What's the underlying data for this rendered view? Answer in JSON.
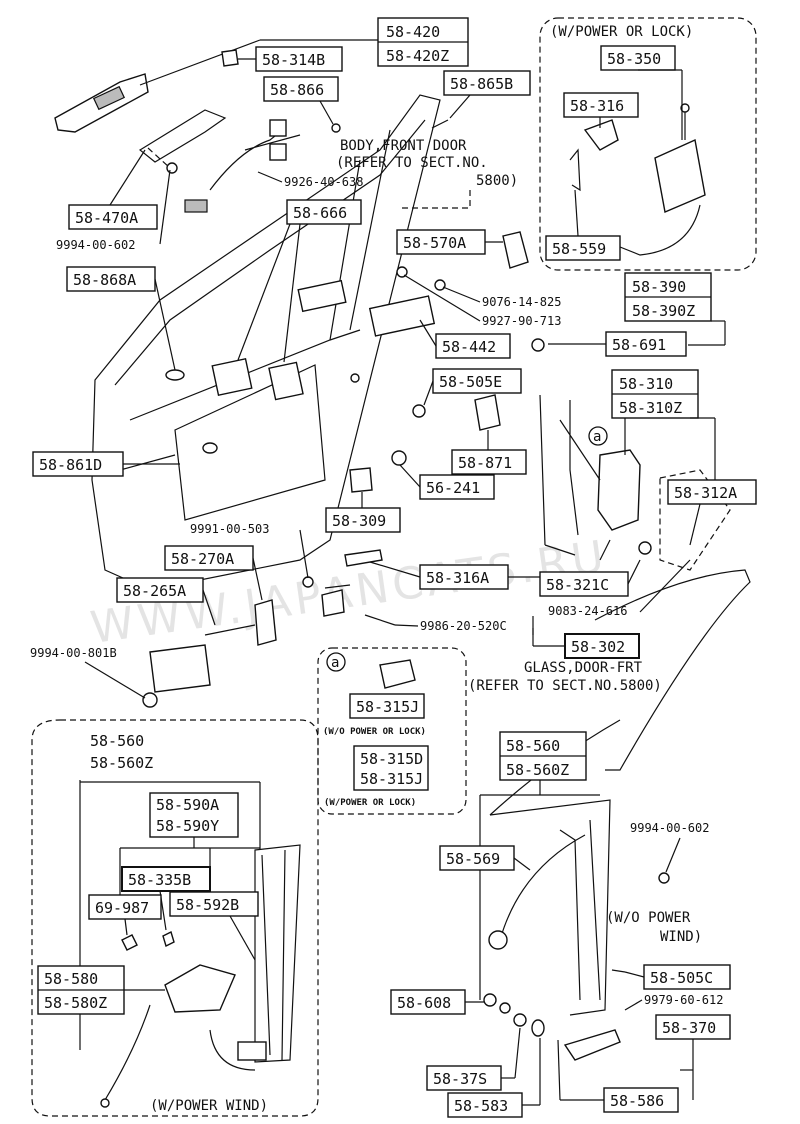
{
  "part_labels": {
    "p_58_420": "58-420",
    "p_58_420z": "58-420Z",
    "p_58_314b": "58-314B",
    "p_58_866": "58-866",
    "p_58_865b": "58-865B",
    "p_58_470a": "58-470A",
    "p_58_666": "58-666",
    "p_58_868a": "58-868A",
    "p_58_570a": "58-570A",
    "p_58_442": "58-442",
    "p_58_505e": "58-505E",
    "p_58_871": "58-871",
    "p_56_241": "56-241",
    "p_58_861d": "58-861D",
    "p_58_309": "58-309",
    "p_58_270a": "58-270A",
    "p_58_265a": "58-265A",
    "p_58_350": "58-350",
    "p_58_316": "58-316",
    "p_58_559": "58-559",
    "p_58_390": "58-390",
    "p_58_390z": "58-390Z",
    "p_58_691": "58-691",
    "p_58_310": "58-310",
    "p_58_310z": "58-310Z",
    "p_58_312a": "58-312A",
    "p_58_316a": "58-316A",
    "p_58_321c": "58-321C",
    "p_58_302": "58-302",
    "p_58_315j": "58-315J",
    "p_58_315d": "58-315D",
    "p_58_315j_b": "58-315J",
    "p_58_560_l": "58-560",
    "p_58_560z_l": "58-560Z",
    "p_58_590a": "58-590A",
    "p_58_590y": "58-590Y",
    "p_58_335b": "58-335B",
    "p_69_987": "69-987",
    "p_58_592b": "58-592B",
    "p_58_580": "58-580",
    "p_58_580z": "58-580Z",
    "p_58_560_r": "58-560",
    "p_58_560z_r": "58-560Z",
    "p_58_569": "58-569",
    "p_58_505c": "58-505C",
    "p_58_608": "58-608",
    "p_58_370": "58-370",
    "p_58_375": "58-37S",
    "p_58_583": "58-583",
    "p_58_586": "58-586"
  },
  "bolt_numbers": {
    "b_9926_40_638": "9926-40-638",
    "b_9994_00_602_a": "9994-00-602",
    "b_9076_14_825": "9076-14-825",
    "b_9927_90_713": "9927-90-713",
    "b_9991_00_503": "9991-00-503",
    "b_9994_00_801b": "9994-00-801B",
    "b_9083_24_616": "9083-24-616",
    "b_9986_20_520c": "9986-20-520C",
    "b_9994_00_602_b": "9994-00-602",
    "b_9979_60_612": "9979-60-612"
  },
  "notes": {
    "body_front_door_1": "BODY,FRONT DOOR",
    "body_front_door_2": "(REFER TO SECT.NO.",
    "body_front_door_3": "5800)",
    "power_or_lock": "(W/POWER OR LOCK)",
    "glass_1": "GLASS,DOOR-FRT",
    "glass_2": "(REFER TO SECT.NO.5800)",
    "wo_power_or_lock_small": "(W/O POWER OR LOCK)",
    "w_power_or_lock_small": "(W/POWER OR LOCK)",
    "wo_power_wind_1": "(W/O POWER",
    "wo_power_wind_2": "WIND)",
    "w_power_wind": "(W/POWER WIND)",
    "ref_a_1": "a",
    "ref_a_2": "a"
  },
  "watermark": "WWW.JAPANCATS.RU"
}
